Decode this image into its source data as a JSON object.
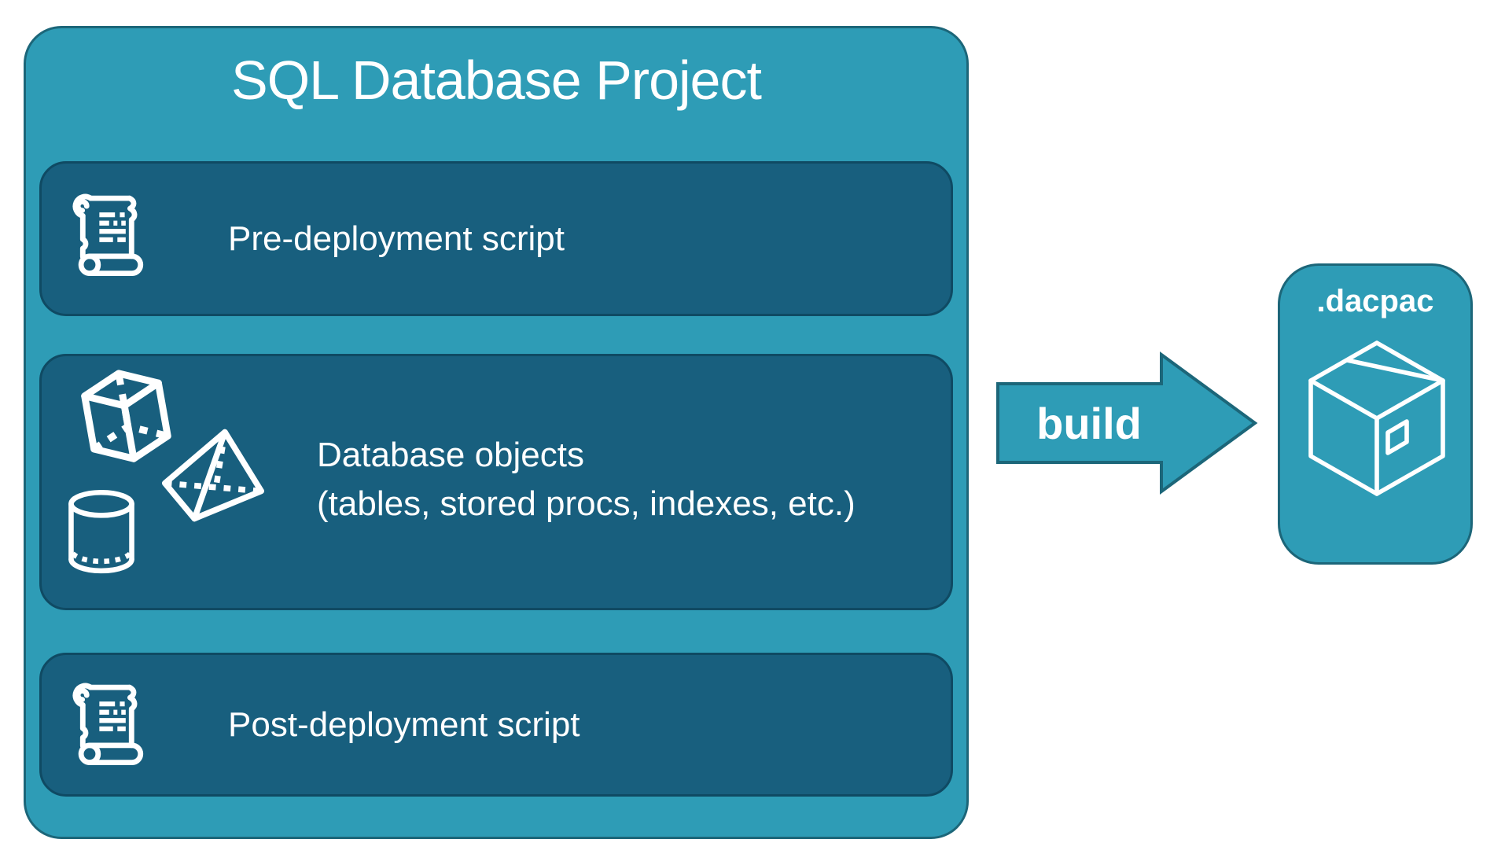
{
  "colors": {
    "canvas": "#FFFFFF",
    "teal": "#2E9CB6",
    "teal_border": "#1C6679",
    "panel_dark": "#185F7E",
    "panel_dark_border": "#0F4A63",
    "text": "#FFFFFF"
  },
  "project": {
    "title": "SQL Database Project",
    "pre_deployment": {
      "label": "Pre-deployment script"
    },
    "database_objects": {
      "label": "Database objects",
      "sublabel": "(tables, stored procs, indexes, etc.)"
    },
    "post_deployment": {
      "label": "Post-deployment script"
    }
  },
  "build_arrow": {
    "label": "build"
  },
  "artifact": {
    "label": ".dacpac"
  }
}
